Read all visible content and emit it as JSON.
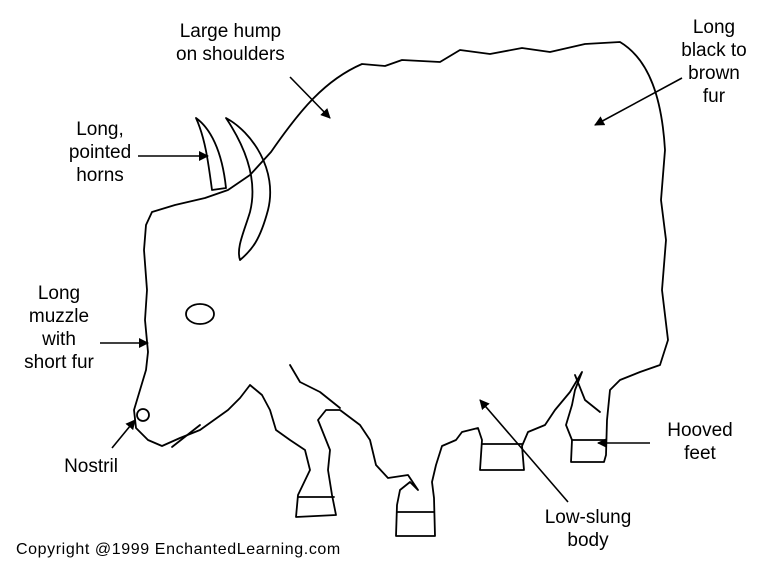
{
  "labels": {
    "hump": [
      "Large hump",
      "on shoulders"
    ],
    "fur": [
      "Long",
      "black to",
      "brown",
      "fur"
    ],
    "horns": [
      "Long,",
      "pointed",
      "horns"
    ],
    "muzzle": [
      "Long",
      "muzzle",
      "with",
      "short fur"
    ],
    "nostril": [
      "Nostril"
    ],
    "hooves": [
      "Hooved",
      "feet"
    ],
    "body": [
      "Low-slung",
      "body"
    ]
  },
  "copyright": "Copyright @1999 EnchantedLearning.com",
  "colors": {
    "ink": "#000000",
    "background": "#ffffff"
  }
}
